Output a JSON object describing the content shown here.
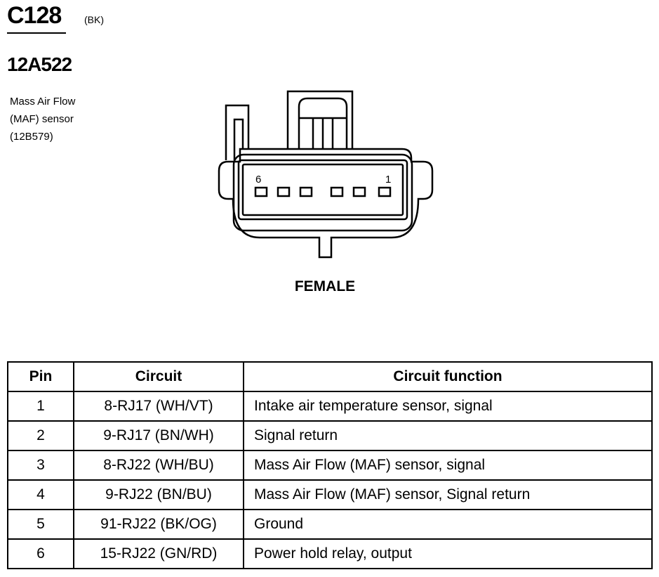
{
  "connector": {
    "id": "C128",
    "color_code": "(BK)",
    "part_number": "12A522",
    "component_lines": [
      "Mass Air Flow",
      "(MAF) sensor",
      "(12B579)"
    ],
    "gender": "FEMALE",
    "end_labels": {
      "left": "6",
      "right": "1"
    }
  },
  "table": {
    "headers": [
      "Pin",
      "Circuit",
      "Circuit function"
    ],
    "rows": [
      {
        "pin": "1",
        "circuit": "8-RJ17 (WH/VT)",
        "function": "Intake air temperature sensor, signal"
      },
      {
        "pin": "2",
        "circuit": "9-RJ17 (BN/WH)",
        "function": "Signal return"
      },
      {
        "pin": "3",
        "circuit": "8-RJ22 (WH/BU)",
        "function": "Mass Air Flow (MAF) sensor, signal"
      },
      {
        "pin": "4",
        "circuit": "9-RJ22 (BN/BU)",
        "function": "Mass Air Flow (MAF) sensor, Signal return"
      },
      {
        "pin": "5",
        "circuit": "91-RJ22 (BK/OG)",
        "function": "Ground"
      },
      {
        "pin": "6",
        "circuit": "15-RJ22 (GN/RD)",
        "function": "Power hold relay, output"
      }
    ]
  }
}
